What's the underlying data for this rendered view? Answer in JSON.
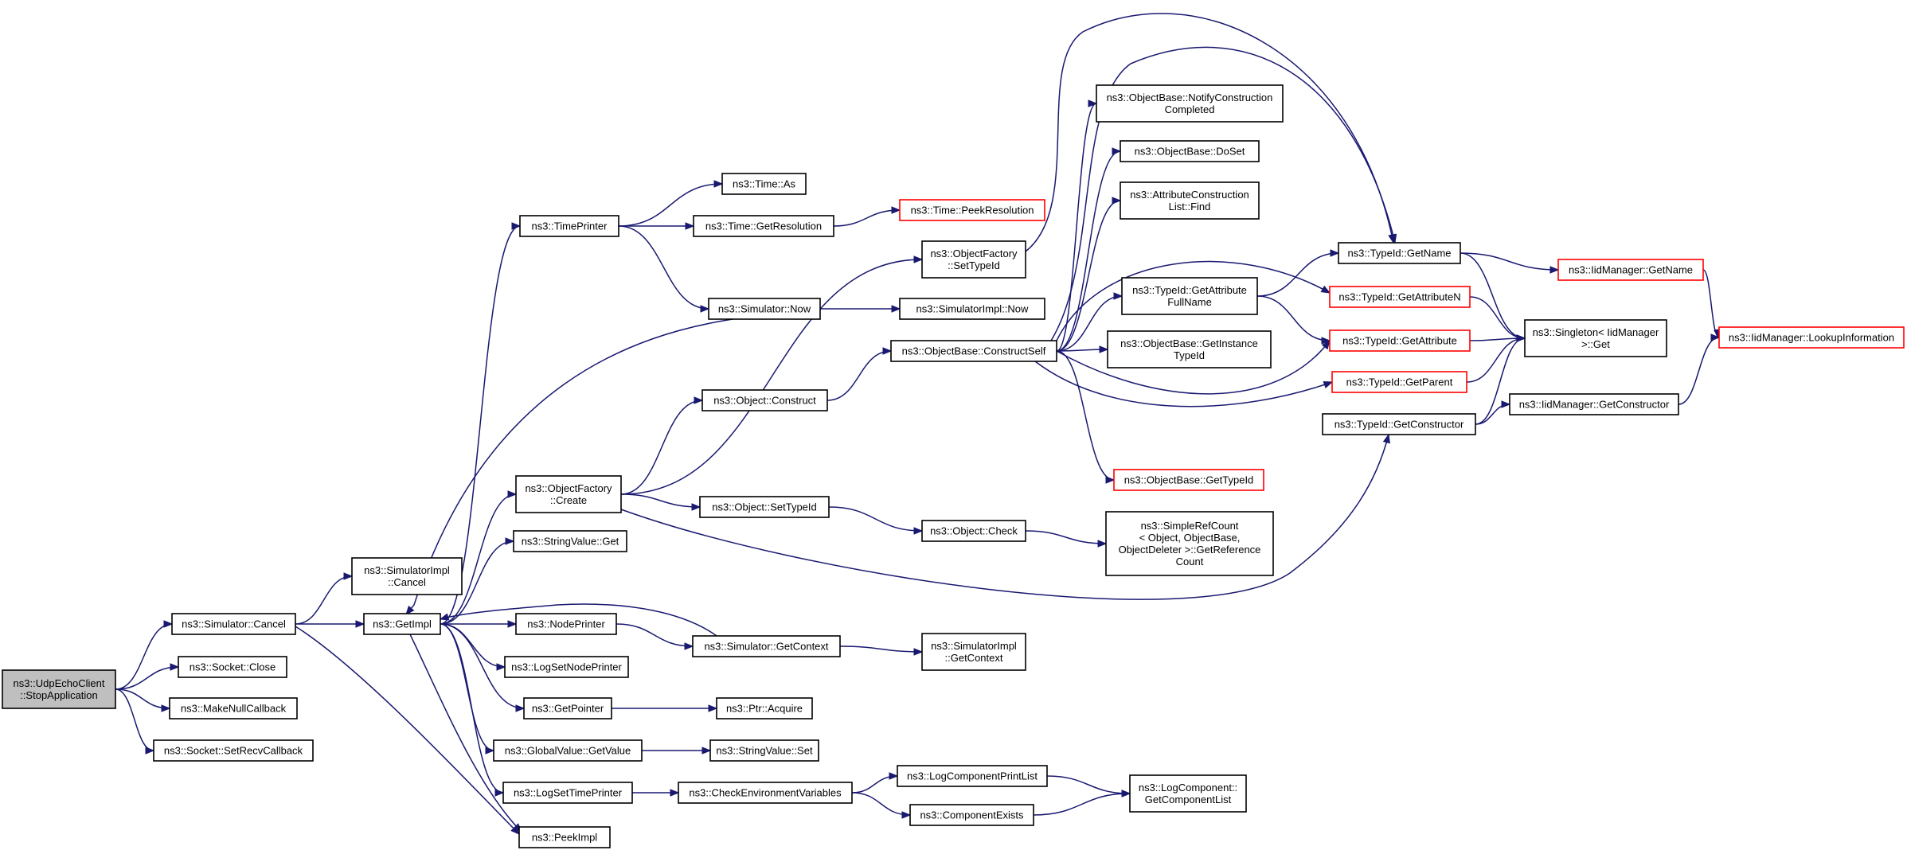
{
  "diagram": {
    "nodes": [
      {
        "id": "n0",
        "lines": [
          "ns3::UdpEchoClient",
          "::StopApplication"
        ],
        "style": "root"
      },
      {
        "id": "n1",
        "lines": [
          "ns3::Simulator::Cancel"
        ],
        "style": "normal"
      },
      {
        "id": "n2",
        "lines": [
          "ns3::Socket::Close"
        ],
        "style": "normal"
      },
      {
        "id": "n3",
        "lines": [
          "ns3::MakeNullCallback"
        ],
        "style": "normal"
      },
      {
        "id": "n4",
        "lines": [
          "ns3::Socket::SetRecvCallback"
        ],
        "style": "normal"
      },
      {
        "id": "n5",
        "lines": [
          "ns3::SimulatorImpl",
          "::Cancel"
        ],
        "style": "normal"
      },
      {
        "id": "n6",
        "lines": [
          "ns3::GetImpl"
        ],
        "style": "normal"
      },
      {
        "id": "n7",
        "lines": [
          "ns3::PeekImpl"
        ],
        "style": "normal"
      },
      {
        "id": "n8",
        "lines": [
          "ns3::TimePrinter"
        ],
        "style": "normal"
      },
      {
        "id": "n9",
        "lines": [
          "ns3::ObjectFactory",
          "::Create"
        ],
        "style": "normal"
      },
      {
        "id": "n10",
        "lines": [
          "ns3::StringValue::Get"
        ],
        "style": "normal"
      },
      {
        "id": "n11",
        "lines": [
          "ns3::NodePrinter"
        ],
        "style": "normal"
      },
      {
        "id": "n12",
        "lines": [
          "ns3::LogSetNodePrinter"
        ],
        "style": "normal"
      },
      {
        "id": "n13",
        "lines": [
          "ns3::GetPointer"
        ],
        "style": "normal"
      },
      {
        "id": "n14",
        "lines": [
          "ns3::GlobalValue::GetValue"
        ],
        "style": "normal"
      },
      {
        "id": "n15",
        "lines": [
          "ns3::LogSetTimePrinter"
        ],
        "style": "normal"
      },
      {
        "id": "n16",
        "lines": [
          "ns3::Time::As"
        ],
        "style": "normal"
      },
      {
        "id": "n17",
        "lines": [
          "ns3::Time::GetResolution"
        ],
        "style": "normal"
      },
      {
        "id": "n18",
        "lines": [
          "ns3::Simulator::Now"
        ],
        "style": "normal"
      },
      {
        "id": "n19",
        "lines": [
          "ns3::Object::Construct"
        ],
        "style": "normal"
      },
      {
        "id": "n20",
        "lines": [
          "ns3::Object::SetTypeId"
        ],
        "style": "normal"
      },
      {
        "id": "n21",
        "lines": [
          "ns3::Simulator::GetContext"
        ],
        "style": "normal"
      },
      {
        "id": "n22",
        "lines": [
          "ns3::Ptr::Acquire"
        ],
        "style": "normal"
      },
      {
        "id": "n23",
        "lines": [
          "ns3::StringValue::Set"
        ],
        "style": "normal"
      },
      {
        "id": "n24",
        "lines": [
          "ns3::CheckEnvironmentVariables"
        ],
        "style": "normal"
      },
      {
        "id": "n25",
        "lines": [
          "ns3::Time::PeekResolution"
        ],
        "style": "red"
      },
      {
        "id": "n26",
        "lines": [
          "ns3::ObjectFactory",
          "::SetTypeId"
        ],
        "style": "normal"
      },
      {
        "id": "n27",
        "lines": [
          "ns3::SimulatorImpl::Now"
        ],
        "style": "normal"
      },
      {
        "id": "n28",
        "lines": [
          "ns3::ObjectBase::ConstructSelf"
        ],
        "style": "normal"
      },
      {
        "id": "n29",
        "lines": [
          "ns3::Object::Check"
        ],
        "style": "normal"
      },
      {
        "id": "n30",
        "lines": [
          "ns3::SimulatorImpl",
          "::GetContext"
        ],
        "style": "normal"
      },
      {
        "id": "n31",
        "lines": [
          "ns3::LogComponentPrintList"
        ],
        "style": "normal"
      },
      {
        "id": "n32",
        "lines": [
          "ns3::ComponentExists"
        ],
        "style": "normal"
      },
      {
        "id": "n33",
        "lines": [
          "ns3::ObjectBase::NotifyConstruction",
          "Completed"
        ],
        "style": "normal"
      },
      {
        "id": "n34",
        "lines": [
          "ns3::ObjectBase::DoSet"
        ],
        "style": "normal"
      },
      {
        "id": "n35",
        "lines": [
          "ns3::AttributeConstruction",
          "List::Find"
        ],
        "style": "normal"
      },
      {
        "id": "n36",
        "lines": [
          "ns3::TypeId::GetAttribute",
          "FullName"
        ],
        "style": "normal"
      },
      {
        "id": "n37",
        "lines": [
          "ns3::ObjectBase::GetInstance",
          "TypeId"
        ],
        "style": "normal"
      },
      {
        "id": "n38",
        "lines": [
          "ns3::ObjectBase::GetTypeId"
        ],
        "style": "red"
      },
      {
        "id": "n39",
        "lines": [
          "ns3::SimpleRefCount",
          "< Object, ObjectBase,",
          " ObjectDeleter >::GetReference",
          "Count"
        ],
        "style": "normal"
      },
      {
        "id": "n40",
        "lines": [
          "ns3::LogComponent::",
          "GetComponentList"
        ],
        "style": "normal"
      },
      {
        "id": "n41",
        "lines": [
          "ns3::TypeId::GetName"
        ],
        "style": "normal"
      },
      {
        "id": "n42",
        "lines": [
          "ns3::TypeId::GetAttributeN"
        ],
        "style": "red"
      },
      {
        "id": "n43",
        "lines": [
          "ns3::TypeId::GetAttribute"
        ],
        "style": "red"
      },
      {
        "id": "n44",
        "lines": [
          "ns3::TypeId::GetParent"
        ],
        "style": "red"
      },
      {
        "id": "n45",
        "lines": [
          "ns3::TypeId::GetConstructor"
        ],
        "style": "normal"
      },
      {
        "id": "n46",
        "lines": [
          "ns3::IidManager::GetName"
        ],
        "style": "red"
      },
      {
        "id": "n47",
        "lines": [
          "ns3::Singleton< IidManager",
          " >::Get"
        ],
        "style": "normal"
      },
      {
        "id": "n48",
        "lines": [
          "ns3::IidManager::GetConstructor"
        ],
        "style": "normal"
      },
      {
        "id": "n49",
        "lines": [
          "ns3::IidManager::LookupInformation"
        ],
        "style": "red"
      }
    ],
    "edges": [
      [
        "n0",
        "n1"
      ],
      [
        "n0",
        "n2"
      ],
      [
        "n0",
        "n3"
      ],
      [
        "n0",
        "n4"
      ],
      [
        "n1",
        "n5"
      ],
      [
        "n1",
        "n6"
      ],
      [
        "n1",
        "n7"
      ],
      [
        "n6",
        "n8"
      ],
      [
        "n6",
        "n9"
      ],
      [
        "n6",
        "n10"
      ],
      [
        "n6",
        "n11"
      ],
      [
        "n6",
        "n12"
      ],
      [
        "n6",
        "n13"
      ],
      [
        "n6",
        "n14"
      ],
      [
        "n6",
        "n15"
      ],
      [
        "n6",
        "n7"
      ],
      [
        "n8",
        "n16"
      ],
      [
        "n8",
        "n17"
      ],
      [
        "n8",
        "n18"
      ],
      [
        "n17",
        "n25"
      ],
      [
        "n18",
        "n6"
      ],
      [
        "n18",
        "n27"
      ],
      [
        "n9",
        "n26"
      ],
      [
        "n9",
        "n19"
      ],
      [
        "n9",
        "n20"
      ],
      [
        "n9",
        "n45"
      ],
      [
        "n19",
        "n28"
      ],
      [
        "n20",
        "n29"
      ],
      [
        "n29",
        "n39"
      ],
      [
        "n11",
        "n21"
      ],
      [
        "n21",
        "n6"
      ],
      [
        "n21",
        "n30"
      ],
      [
        "n13",
        "n22"
      ],
      [
        "n14",
        "n23"
      ],
      [
        "n15",
        "n24"
      ],
      [
        "n24",
        "n31"
      ],
      [
        "n24",
        "n32"
      ],
      [
        "n31",
        "n40"
      ],
      [
        "n32",
        "n40"
      ],
      [
        "n26",
        "n41"
      ],
      [
        "n28",
        "n33"
      ],
      [
        "n28",
        "n34"
      ],
      [
        "n28",
        "n35"
      ],
      [
        "n28",
        "n36"
      ],
      [
        "n28",
        "n37"
      ],
      [
        "n28",
        "n38"
      ],
      [
        "n28",
        "n41"
      ],
      [
        "n28",
        "n42"
      ],
      [
        "n28",
        "n43"
      ],
      [
        "n28",
        "n44"
      ],
      [
        "n36",
        "n41"
      ],
      [
        "n36",
        "n43"
      ],
      [
        "n41",
        "n46"
      ],
      [
        "n41",
        "n47"
      ],
      [
        "n42",
        "n47"
      ],
      [
        "n43",
        "n47"
      ],
      [
        "n44",
        "n47"
      ],
      [
        "n45",
        "n47"
      ],
      [
        "n45",
        "n48"
      ],
      [
        "n46",
        "n49"
      ],
      [
        "n48",
        "n49"
      ]
    ]
  }
}
